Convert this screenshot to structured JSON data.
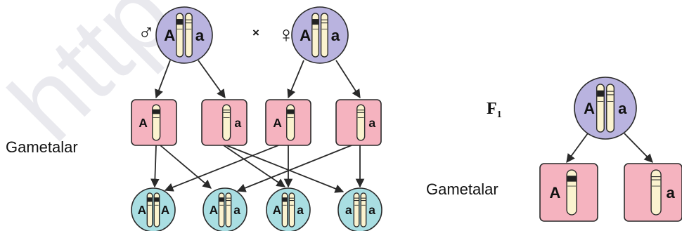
{
  "watermark": "http",
  "cross": {
    "male_symbol": "♂",
    "female_symbol": "♀",
    "cross_sign": "×",
    "male_alleles": [
      "A",
      "a"
    ],
    "female_alleles": [
      "A",
      "a"
    ]
  },
  "gametes_label": "Gametalar",
  "gametes": [
    {
      "allele": "A"
    },
    {
      "allele": "a"
    },
    {
      "allele": "A"
    },
    {
      "allele": "a"
    }
  ],
  "offspring": [
    {
      "alleles": [
        "A",
        "A"
      ]
    },
    {
      "alleles": [
        "A",
        "a"
      ]
    },
    {
      "alleles": [
        "A",
        "a"
      ]
    },
    {
      "alleles": [
        "a",
        "a"
      ]
    }
  ],
  "f1": {
    "label_main": "F",
    "label_sub": "1",
    "alleles": [
      "A",
      "a"
    ],
    "gametes_label": "Gametalar",
    "gametes": [
      {
        "allele": "A"
      },
      {
        "allele": "a"
      }
    ]
  },
  "colors": {
    "parent_fill": "#b9b3df",
    "gamete_fill": "#f5b3bf",
    "offspring_fill": "#a9dee2",
    "chromosome_fill": "#fbf3cf",
    "band": "#222222",
    "outline": "#2a2a2a"
  }
}
